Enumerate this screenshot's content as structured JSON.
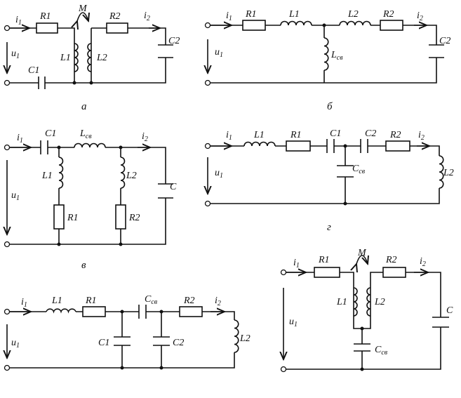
{
  "circuits": {
    "a": {
      "caption": "а",
      "labels": {
        "i1": "i",
        "i1_sub": "1",
        "u1": "u",
        "u1_sub": "1",
        "r1": "R1",
        "r2": "R2",
        "l1": "L1",
        "l2": "L2",
        "c1": "C1",
        "c2": "C2",
        "m": "M",
        "i2": "i",
        "i2_sub": "2"
      }
    },
    "b": {
      "caption": "б",
      "labels": {
        "i1": "i",
        "i1_sub": "1",
        "u1": "u",
        "u1_sub": "1",
        "r1": "R1",
        "l1": "L1",
        "l2": "L2",
        "r2": "R2",
        "c2": "C2",
        "lcv": "L",
        "lcv_sub": "св",
        "i2": "i",
        "i2_sub": "2"
      }
    },
    "v": {
      "caption": "в",
      "labels": {
        "i1": "i",
        "i1_sub": "1",
        "u1": "u",
        "u1_sub": "1",
        "c1": "C1",
        "lcv": "L",
        "lcv_sub": "св",
        "l1": "L1",
        "l2": "L2",
        "r1": "R1",
        "r2": "R2",
        "c": "C",
        "i2": "i",
        "i2_sub": "2"
      }
    },
    "g": {
      "caption": "г",
      "labels": {
        "i1": "i",
        "i1_sub": "1",
        "u1": "u",
        "u1_sub": "1",
        "l1": "L1",
        "r1": "R1",
        "c1": "C1",
        "c2": "C2",
        "r2": "R2",
        "ccv": "C",
        "ccv_sub": "св",
        "l2": "L2",
        "i2": "i",
        "i2_sub": "2"
      }
    },
    "d": {
      "caption": "",
      "labels": {
        "i1": "i",
        "i1_sub": "1",
        "u1": "u",
        "u1_sub": "1",
        "l1": "L1",
        "r1": "R1",
        "ccv": "C",
        "ccv_sub": "св",
        "r2": "R2",
        "c1": "C1",
        "c2": "C2",
        "l2": "L2",
        "i2": "i",
        "i2_sub": "2"
      }
    },
    "e": {
      "caption": "",
      "labels": {
        "i1": "i",
        "i1_sub": "1",
        "u1": "u",
        "u1_sub": "1",
        "r1": "R1",
        "r2": "R2",
        "m": "M",
        "l1": "L1",
        "l2": "L2",
        "ccv": "C",
        "ccv_sub": "св",
        "c": "C",
        "i2": "i",
        "i2_sub": "2"
      }
    }
  }
}
